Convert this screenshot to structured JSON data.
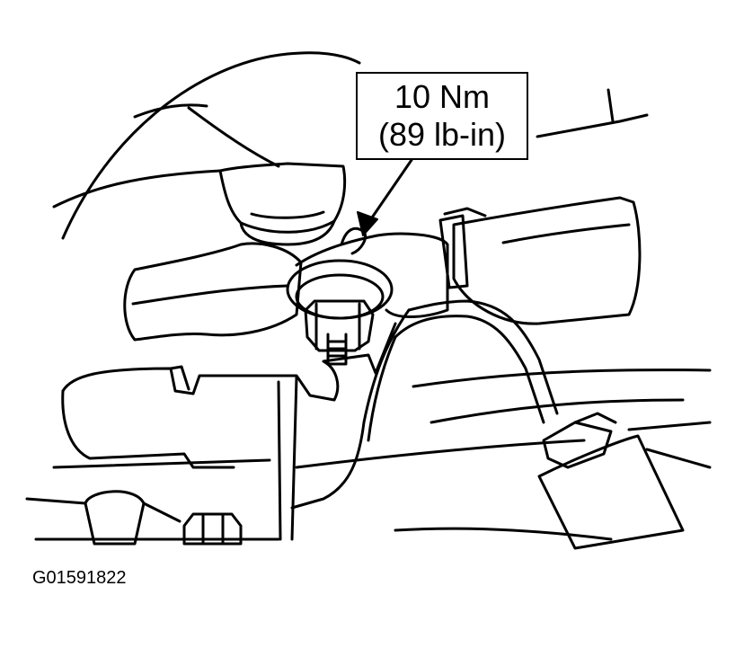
{
  "callout": {
    "torque_nm": "10 Nm",
    "torque_lbin": "(89 lb-in)"
  },
  "figure_id": "G01591822"
}
